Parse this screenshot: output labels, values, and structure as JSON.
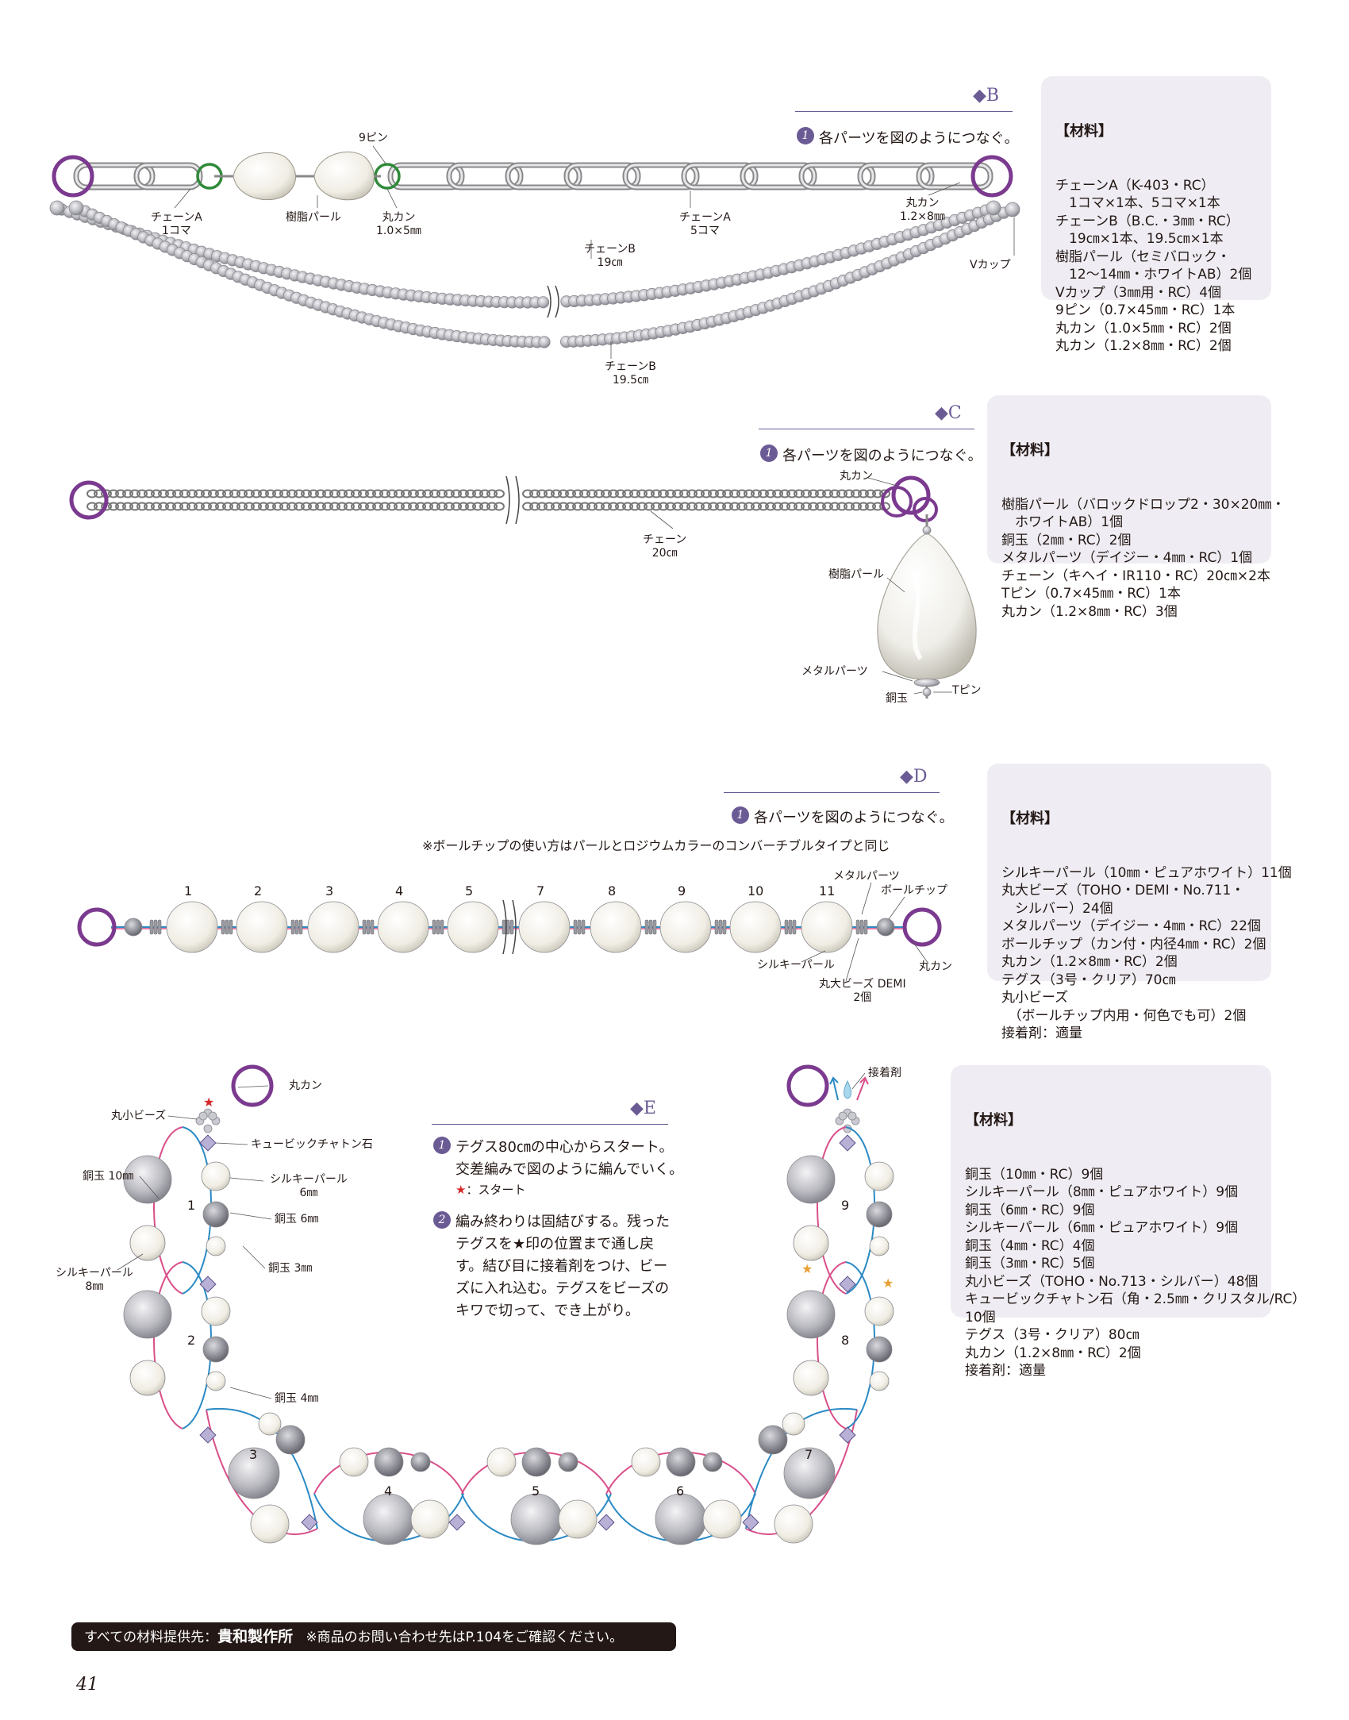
{
  "colors": {
    "accent": "#6b5b95",
    "ring": "#7b3a8f",
    "green_ring": "#2f8a3a",
    "pink": "#d94f8a",
    "blue": "#2b8ac4",
    "star": "#e8a033",
    "red_star": "#d62828"
  },
  "sectionB": {
    "head": "◆B",
    "step1": "各パーツを図のようにつなぐ。",
    "labels": {
      "pin9": "9ピン",
      "chainA1": "チェーンA\n1コマ",
      "pearl": "樹脂パール",
      "ring10": "丸カン\n1.0×5㎜",
      "chainA5": "チェーンA\n5コマ",
      "ring12": "丸カン\n1.2×8㎜",
      "vcup": "Vカップ",
      "chainB19": "チェーンB\n19㎝",
      "chainB195": "チェーンB\n19.5㎝"
    },
    "materials_title": "【材料】",
    "materials": "チェーンA（K-403・RC）\n　1コマ×1本、5コマ×1本\nチェーンB（B.C.・3㎜・RC）\n　19㎝×1本、19.5㎝×1本\n樹脂パール（セミバロック・\n　12〜14㎜・ホワイトAB）2個\nVカップ（3㎜用・RC）4個\n9ピン（0.7×45㎜・RC）1本\n丸カン（1.0×5㎜・RC）2個\n丸カン（1.2×8㎜・RC）2個"
  },
  "sectionC": {
    "head": "◆C",
    "step1": "各パーツを図のようにつなぐ。",
    "labels": {
      "ring": "丸カン",
      "chain": "チェーン\n20㎝",
      "pearl": "樹脂パール",
      "metal": "メタルパーツ",
      "copper": "銅玉",
      "tpin": "Tピン"
    },
    "materials_title": "【材料】",
    "materials": "樹脂パール（バロックドロップ2・30×20㎜・\n　ホワイトAB）1個\n銅玉（2㎜・RC）2個\nメタルパーツ（デイジー・4㎜・RC）1個\nチェーン（キヘイ・IR110・RC）20㎝×2本\nTピン（0.7×45㎜・RC）1本\n丸カン（1.2×8㎜・RC）3個"
  },
  "sectionD": {
    "head": "◆D",
    "step1": "各パーツを図のようにつなぐ。",
    "note": "※ボールチップの使い方はパールとロジウムカラーのコンバーチブルタイプと同じ",
    "numbers": [
      "1",
      "2",
      "3",
      "4",
      "5",
      "7",
      "8",
      "9",
      "10",
      "11"
    ],
    "labels": {
      "metal": "メタルパーツ",
      "ballchip": "ボールチップ",
      "silky": "シルキーパール",
      "demi": "丸大ビーズ DEMI\n2個",
      "ring": "丸カン"
    },
    "materials_title": "【材料】",
    "materials": "シルキーパール（10㎜・ピュアホワイト）11個\n丸大ビーズ（TOHO・DEMI・No.711・\n　シルバー）24個\nメタルパーツ（デイジー・4㎜・RC）22個\nボールチップ（カン付・内径4㎜・RC）2個\n丸カン（1.2×8㎜・RC）2個\nテグス（3号・クリア）70㎝\n丸小ビーズ\n　（ボールチップ内用・何色でも可）2個\n接着剤：適量"
  },
  "sectionE": {
    "head": "◆E",
    "step1": "テグス80㎝の中心からスタート。\n交差編みで図のように編んでいく。",
    "start_note": "：スタート",
    "step2": "編み終わりは固結びする。残った\nテグスを★印の位置まで通し戻\nす。結び目に接着剤をつけ、ビー\nズに入れ込む。テグスをビーズの\nキワで切って、でき上がり。",
    "numbers": [
      "1",
      "2",
      "3",
      "4",
      "5",
      "6",
      "7",
      "8",
      "9"
    ],
    "labels": {
      "ring": "丸カン",
      "maruko": "丸小ビーズ",
      "cubic": "キュービックチャトン石",
      "copper10": "銅玉 10㎜",
      "silky6": "シルキーパール\n6㎜",
      "copper6": "銅玉 6㎜",
      "copper3": "銅玉 3㎜",
      "silky8": "シルキーパール\n8㎜",
      "copper4": "銅玉 4㎜",
      "glue": "接着剤"
    },
    "materials_title": "【材料】",
    "materials": "銅玉（10㎜・RC）9個\nシルキーパール（8㎜・ピュアホワイト）9個\n銅玉（6㎜・RC）9個\nシルキーパール（6㎜・ピュアホワイト）9個\n銅玉（4㎜・RC）4個\n銅玉（3㎜・RC）5個\n丸小ビーズ（TOHO・No.713・シルバー）48個\nキュービックチャトン石（角・2.5㎜・クリスタル/RC）\n10個\nテグス（3号・クリア）80㎝\n丸カン（1.2×8㎜・RC）2個\n接着剤：適量"
  },
  "footer": {
    "prefix": "すべての材料提供先：",
    "company": "貴和製作所",
    "note": "※商品のお問い合わせ先はP.104をご確認ください。"
  },
  "page_number": "41"
}
